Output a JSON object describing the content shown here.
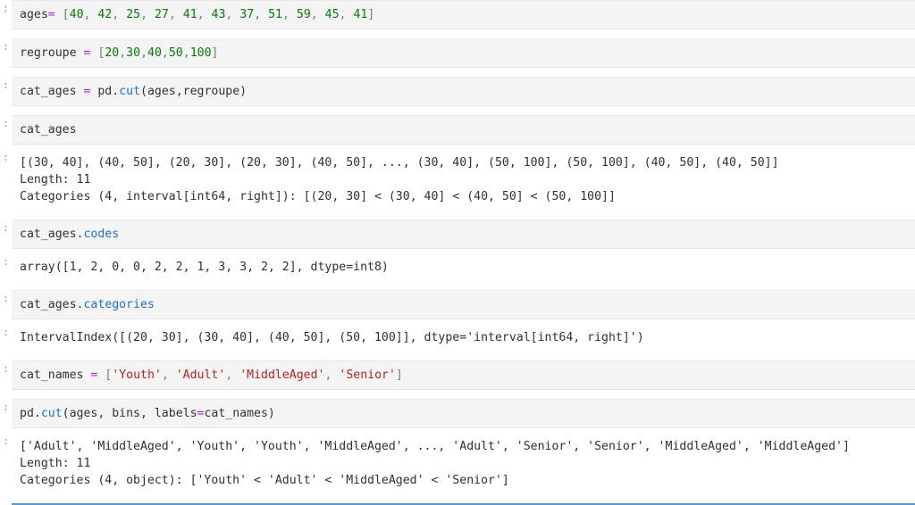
{
  "notebook": {
    "prompt_glyph": ":",
    "colors": {
      "input_background": "#f4f4f4",
      "output_background": "#ffffff",
      "text": "#333333",
      "number": "#008000",
      "operator": "#aa22ff",
      "function": "#1f6fd0",
      "string": "#ba2121",
      "punctuation": "#7a7a7a",
      "selected_cell_border": "#5b9bd5",
      "prompt": "#9a9a9a"
    },
    "cells": [
      {
        "name": "cell-input-ages",
        "type": "input",
        "source": "ages= [40, 42, 25, 27, 41, 43, 37, 51, 59, 45, 41]",
        "tokens": [
          {
            "t": "ages",
            "c": "plain"
          },
          {
            "t": "=",
            "c": "op"
          },
          {
            "t": " ",
            "c": "plain"
          },
          {
            "t": "[",
            "c": "punct"
          },
          {
            "t": "40",
            "c": "num"
          },
          {
            "t": ", ",
            "c": "punct"
          },
          {
            "t": "42",
            "c": "num"
          },
          {
            "t": ", ",
            "c": "punct"
          },
          {
            "t": "25",
            "c": "num"
          },
          {
            "t": ", ",
            "c": "punct"
          },
          {
            "t": "27",
            "c": "num"
          },
          {
            "t": ", ",
            "c": "punct"
          },
          {
            "t": "41",
            "c": "num"
          },
          {
            "t": ", ",
            "c": "punct"
          },
          {
            "t": "43",
            "c": "num"
          },
          {
            "t": ", ",
            "c": "punct"
          },
          {
            "t": "37",
            "c": "num"
          },
          {
            "t": ", ",
            "c": "punct"
          },
          {
            "t": "51",
            "c": "num"
          },
          {
            "t": ", ",
            "c": "punct"
          },
          {
            "t": "59",
            "c": "num"
          },
          {
            "t": ", ",
            "c": "punct"
          },
          {
            "t": "45",
            "c": "num"
          },
          {
            "t": ", ",
            "c": "punct"
          },
          {
            "t": "41",
            "c": "num"
          },
          {
            "t": "]",
            "c": "punct"
          }
        ]
      },
      {
        "name": "cell-input-regroupe",
        "type": "input",
        "source": "regroupe = [20,30,40,50,100]",
        "tokens": [
          {
            "t": "regroupe ",
            "c": "plain"
          },
          {
            "t": "=",
            "c": "op"
          },
          {
            "t": " ",
            "c": "plain"
          },
          {
            "t": "[",
            "c": "punct"
          },
          {
            "t": "20",
            "c": "num"
          },
          {
            "t": ",",
            "c": "punct"
          },
          {
            "t": "30",
            "c": "num"
          },
          {
            "t": ",",
            "c": "punct"
          },
          {
            "t": "40",
            "c": "num"
          },
          {
            "t": ",",
            "c": "punct"
          },
          {
            "t": "50",
            "c": "num"
          },
          {
            "t": ",",
            "c": "punct"
          },
          {
            "t": "100",
            "c": "num"
          },
          {
            "t": "]",
            "c": "punct"
          }
        ]
      },
      {
        "name": "cell-input-cat-ages-assign",
        "type": "input",
        "source": "cat_ages = pd.cut(ages,regroupe)",
        "tokens": [
          {
            "t": "cat_ages ",
            "c": "plain"
          },
          {
            "t": "=",
            "c": "op"
          },
          {
            "t": " pd.",
            "c": "plain"
          },
          {
            "t": "cut",
            "c": "fn"
          },
          {
            "t": "(ages,regroupe)",
            "c": "plain"
          }
        ]
      },
      {
        "name": "cell-input-cat-ages",
        "type": "input",
        "source": "cat_ages",
        "tokens": [
          {
            "t": "cat_ages",
            "c": "plain"
          }
        ]
      },
      {
        "name": "cell-output-cat-ages",
        "type": "output",
        "lines": [
          "[(30, 40], (40, 50], (20, 30], (20, 30], (40, 50], ..., (30, 40], (50, 100], (50, 100], (40, 50], (40, 50]]",
          "Length: 11",
          "Categories (4, interval[int64, right]): [(20, 30] < (30, 40] < (40, 50] < (50, 100]]"
        ]
      },
      {
        "name": "cell-input-cat-ages-codes",
        "type": "input",
        "source": "cat_ages.codes",
        "tokens": [
          {
            "t": "cat_ages.",
            "c": "plain"
          },
          {
            "t": "codes",
            "c": "attr"
          }
        ]
      },
      {
        "name": "cell-output-codes",
        "type": "output",
        "lines": [
          "array([1, 2, 0, 0, 2, 2, 1, 3, 3, 2, 2], dtype=int8)"
        ]
      },
      {
        "name": "cell-input-cat-ages-categories",
        "type": "input",
        "source": "cat_ages.categories",
        "tokens": [
          {
            "t": "cat_ages.",
            "c": "plain"
          },
          {
            "t": "categories",
            "c": "attr"
          }
        ]
      },
      {
        "name": "cell-output-categories",
        "type": "output",
        "lines": [
          "IntervalIndex([(20, 30], (30, 40], (40, 50], (50, 100]], dtype='interval[int64, right]')"
        ]
      },
      {
        "name": "cell-input-cat-names",
        "type": "input",
        "source": "cat_names = ['Youth', 'Adult', 'MiddleAged', 'Senior']",
        "tokens": [
          {
            "t": "cat_names ",
            "c": "plain"
          },
          {
            "t": "=",
            "c": "op"
          },
          {
            "t": " ",
            "c": "plain"
          },
          {
            "t": "[",
            "c": "punct"
          },
          {
            "t": "'Youth'",
            "c": "str"
          },
          {
            "t": ", ",
            "c": "punct"
          },
          {
            "t": "'Adult'",
            "c": "str"
          },
          {
            "t": ", ",
            "c": "punct"
          },
          {
            "t": "'MiddleAged'",
            "c": "str"
          },
          {
            "t": ", ",
            "c": "punct"
          },
          {
            "t": "'Senior'",
            "c": "str"
          },
          {
            "t": "]",
            "c": "punct"
          }
        ]
      },
      {
        "name": "cell-input-pd-cut-labels",
        "type": "input",
        "source": "pd.cut(ages, bins, labels=cat_names)",
        "tokens": [
          {
            "t": "pd.",
            "c": "plain"
          },
          {
            "t": "cut",
            "c": "fn"
          },
          {
            "t": "(ages, bins, labels",
            "c": "plain"
          },
          {
            "t": "=",
            "c": "op"
          },
          {
            "t": "cat_names)",
            "c": "plain"
          }
        ]
      },
      {
        "name": "cell-output-labelled",
        "type": "output",
        "lines": [
          "['Adult', 'MiddleAged', 'Youth', 'Youth', 'MiddleAged', ..., 'Adult', 'Senior', 'Senior', 'MiddleAged', 'MiddleAged']",
          "Length: 11",
          "Categories (4, object): ['Youth' < 'Adult' < 'MiddleAged' < 'Senior']"
        ]
      }
    ]
  }
}
